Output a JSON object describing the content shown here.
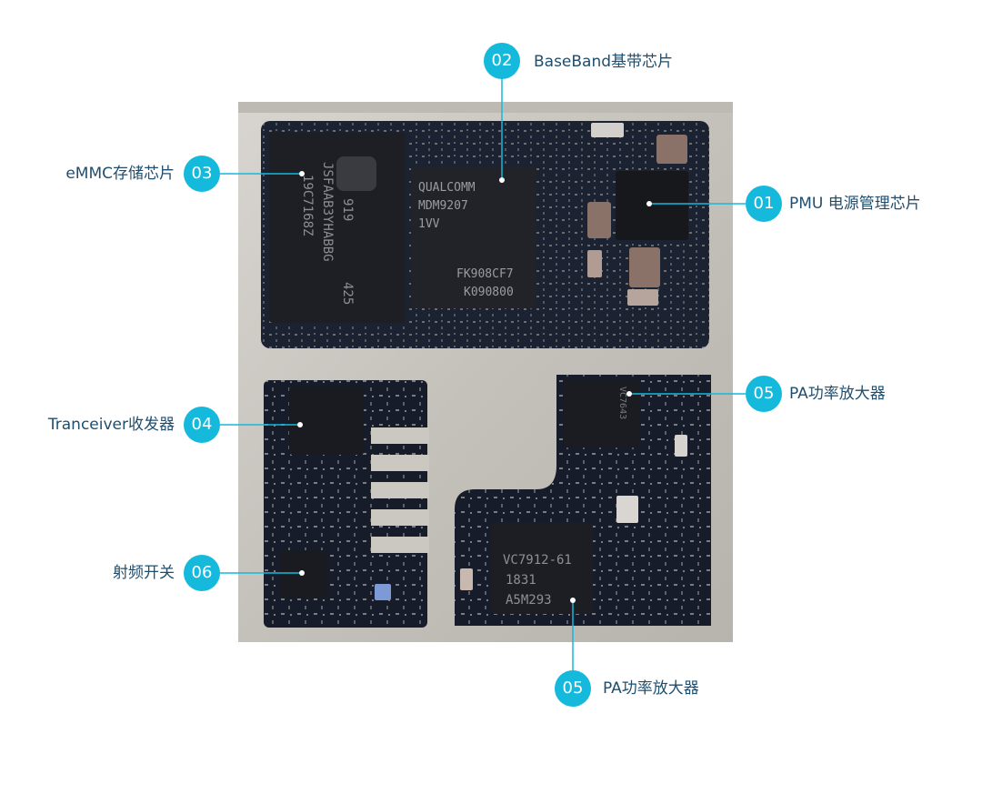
{
  "chip_markings": {
    "emmc_lines": [
      "919",
      "JSFAAB3YHABBG",
      "19C7168Z",
      "425"
    ],
    "qualcomm_brand": "QUALCOMM",
    "qualcomm_model": "MDM9207",
    "qualcomm_rev": "1VV",
    "qualcomm_code1": "FK908CF7",
    "qualcomm_code2": "K090800",
    "pa_top_marking": "VC7643",
    "pa_bottom_line1": "VC7912-61",
    "pa_bottom_line2": "1831",
    "pa_bottom_line3": "A5M293"
  },
  "callouts": [
    {
      "num": "02",
      "text": "BaseBand基带芯片"
    },
    {
      "num": "03",
      "text": "eMMC存储芯片"
    },
    {
      "num": "01",
      "text": "PMU 电源管理芯片"
    },
    {
      "num": "05",
      "text": "PA功率放大器"
    },
    {
      "num": "04",
      "text": "Tranceiver收发器"
    },
    {
      "num": "06",
      "text": "射频开关"
    },
    {
      "num": "05",
      "text": "PA功率放大器"
    }
  ],
  "colors": {
    "accent": "#14b9dc",
    "label_text": "#1f4e6e",
    "shield_metal": "#c9c6c1",
    "pcb": "#1a2233"
  }
}
